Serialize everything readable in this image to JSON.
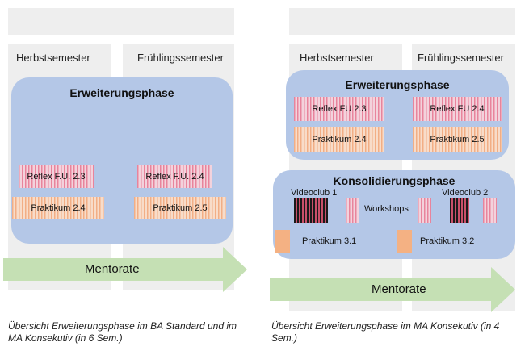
{
  "left": {
    "semesters": [
      "Herbstsemester",
      "Frühlingssemester"
    ],
    "phase_title": "Erweiterungsphase",
    "courses": {
      "reflex_left": "Reflex F.U. 2.3",
      "reflex_right": "Reflex F.U. 2.4",
      "praktikum_left": "Praktikum 2.4",
      "praktikum_right": "Praktikum 2.5"
    },
    "arrow_label": "Mentorate",
    "caption": "Übersicht Erweiterungsphase im BA Standard und im MA Konsekutiv (in 6 Sem.)"
  },
  "right": {
    "semesters": [
      "Herbstsemester",
      "Frühlingssemester"
    ],
    "phase1_title": "Erweiterungsphase",
    "phase1_courses": {
      "reflex_left": "Reflex FU 2.3",
      "reflex_right": "Reflex FU 2.4",
      "praktikum_left": "Praktikum 2.4",
      "praktikum_right": "Praktikum 2.5"
    },
    "phase2_title": "Konsolidierungsphase",
    "phase2_items": {
      "videoclub_left": "Videoclub 1",
      "videoclub_right": "Videoclub 2",
      "workshops": "Workshops",
      "praktikum_left": "Praktikum 3.1",
      "praktikum_right": "Praktikum 3.2"
    },
    "arrow_label": "Mentorate",
    "caption": "Übersicht Erweiterungsphase im MA Konsekutiv (in 4 Sem.)"
  },
  "colors": {
    "phase_bg": "#b4c7e7",
    "arrow": "#c5e0b4",
    "reflex": "#e8849c",
    "praktikum": "#f4b183",
    "column_bg": "#eeeeee"
  }
}
